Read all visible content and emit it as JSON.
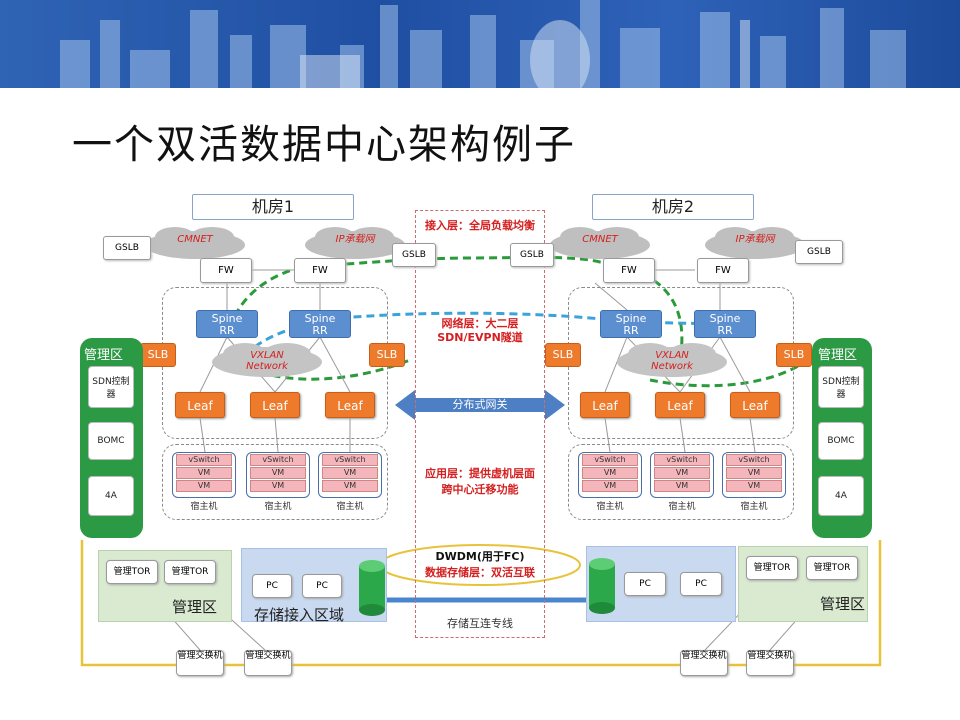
{
  "title": "一个双活数据中心架构例子",
  "room1": {
    "label": "机房1"
  },
  "room2": {
    "label": "机房2"
  },
  "clouds": {
    "cmnet": "CMNET",
    "ip_network": "IP承载网",
    "vxlan": "VXLAN",
    "vxlan_network": "Network"
  },
  "devices": {
    "gslb": "GSLB",
    "fw": "FW",
    "spine": "Spine",
    "rr": "RR",
    "slb": "SLB",
    "leaf": "Leaf"
  },
  "hosts": {
    "vswitch": "vSwitch",
    "vm": "VM",
    "host_label": "宿主机"
  },
  "management": {
    "zone_title": "管理区",
    "sdn_controller": "SDN控制器",
    "bomc": "BOMC",
    "fourA": "4A",
    "tor": "管理TOR",
    "switch": "管理交换机"
  },
  "storage": {
    "zone_title": "存储接入区域",
    "pc": "PC"
  },
  "center": {
    "access_layer": "接入层：全局负载均衡",
    "network_layer_1": "网络层：大二层",
    "network_layer_2": "SDN/EVPN隧道",
    "distributed_gateway": "分布式网关",
    "app_layer_1": "应用层：提供虚机层面",
    "app_layer_2": "跨中心迁移功能",
    "dwdm": "DWDM(用于FC)",
    "storage_layer": "数据存储层：双活互联",
    "storage_line": "存储互连专线"
  },
  "colors": {
    "banner": "#2f63b4",
    "spine": "#5b8fd0",
    "device_orange": "#ee7a2b",
    "mgmt_green": "#2c9a45",
    "tunnel_green": "#2a9a3a",
    "tunnel_blue": "#3aa3d9",
    "label_red": "#d42020",
    "dwdm_yellow": "#e8c33a"
  }
}
